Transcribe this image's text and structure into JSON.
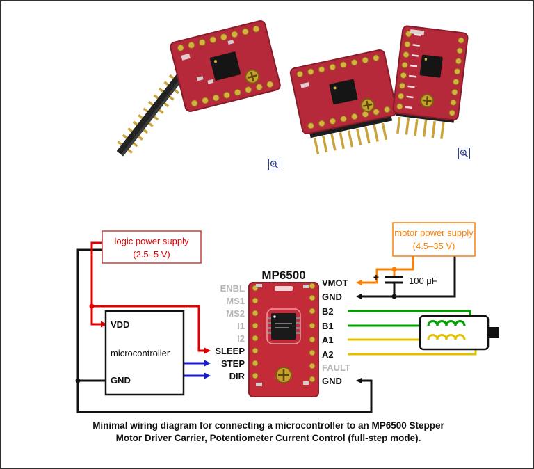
{
  "icons": {
    "left_zoom": "magnifier-plus-icon",
    "right_zoom": "magnifier-plus-icon"
  },
  "diagram": {
    "title": "MP6500",
    "logic_supply": {
      "line1": "logic power supply",
      "line2": "(2.5–5 V)"
    },
    "motor_supply": {
      "line1": "motor power supply",
      "line2": "(4.5–35 V)"
    },
    "microcontroller": {
      "vdd": "VDD",
      "name": "microcontroller",
      "gnd": "GND"
    },
    "left_pins": [
      {
        "label": "ENBL",
        "used": false
      },
      {
        "label": "MS1",
        "used": false
      },
      {
        "label": "MS2",
        "used": false
      },
      {
        "label": "I1",
        "used": false
      },
      {
        "label": "I2",
        "used": false
      },
      {
        "label": "SLEEP",
        "used": true
      },
      {
        "label": "STEP",
        "used": true
      },
      {
        "label": "DIR",
        "used": true
      }
    ],
    "right_pins": [
      {
        "label": "VMOT",
        "used": true
      },
      {
        "label": "GND",
        "used": true
      },
      {
        "label": "B2",
        "used": true
      },
      {
        "label": "B1",
        "used": true
      },
      {
        "label": "A1",
        "used": true
      },
      {
        "label": "A2",
        "used": true
      },
      {
        "label": "FAULT",
        "used": false
      },
      {
        "label": "GND",
        "used": true
      }
    ],
    "capacitor": {
      "plus": "+",
      "value": "100 μF"
    },
    "wire_colors": {
      "logic_power": "#e00000",
      "ground": "#111111",
      "step_dir": "#1a1acc",
      "motor_power": "#ff8000",
      "coil_b": "#00a000",
      "coil_a": "#e3c000",
      "board_red": "#c32b38"
    }
  },
  "caption": {
    "line1": "Minimal wiring diagram for connecting a microcontroller to an MP6500 Stepper",
    "line2": "Motor Driver Carrier, Potentiometer Current Control (full-step mode)."
  }
}
